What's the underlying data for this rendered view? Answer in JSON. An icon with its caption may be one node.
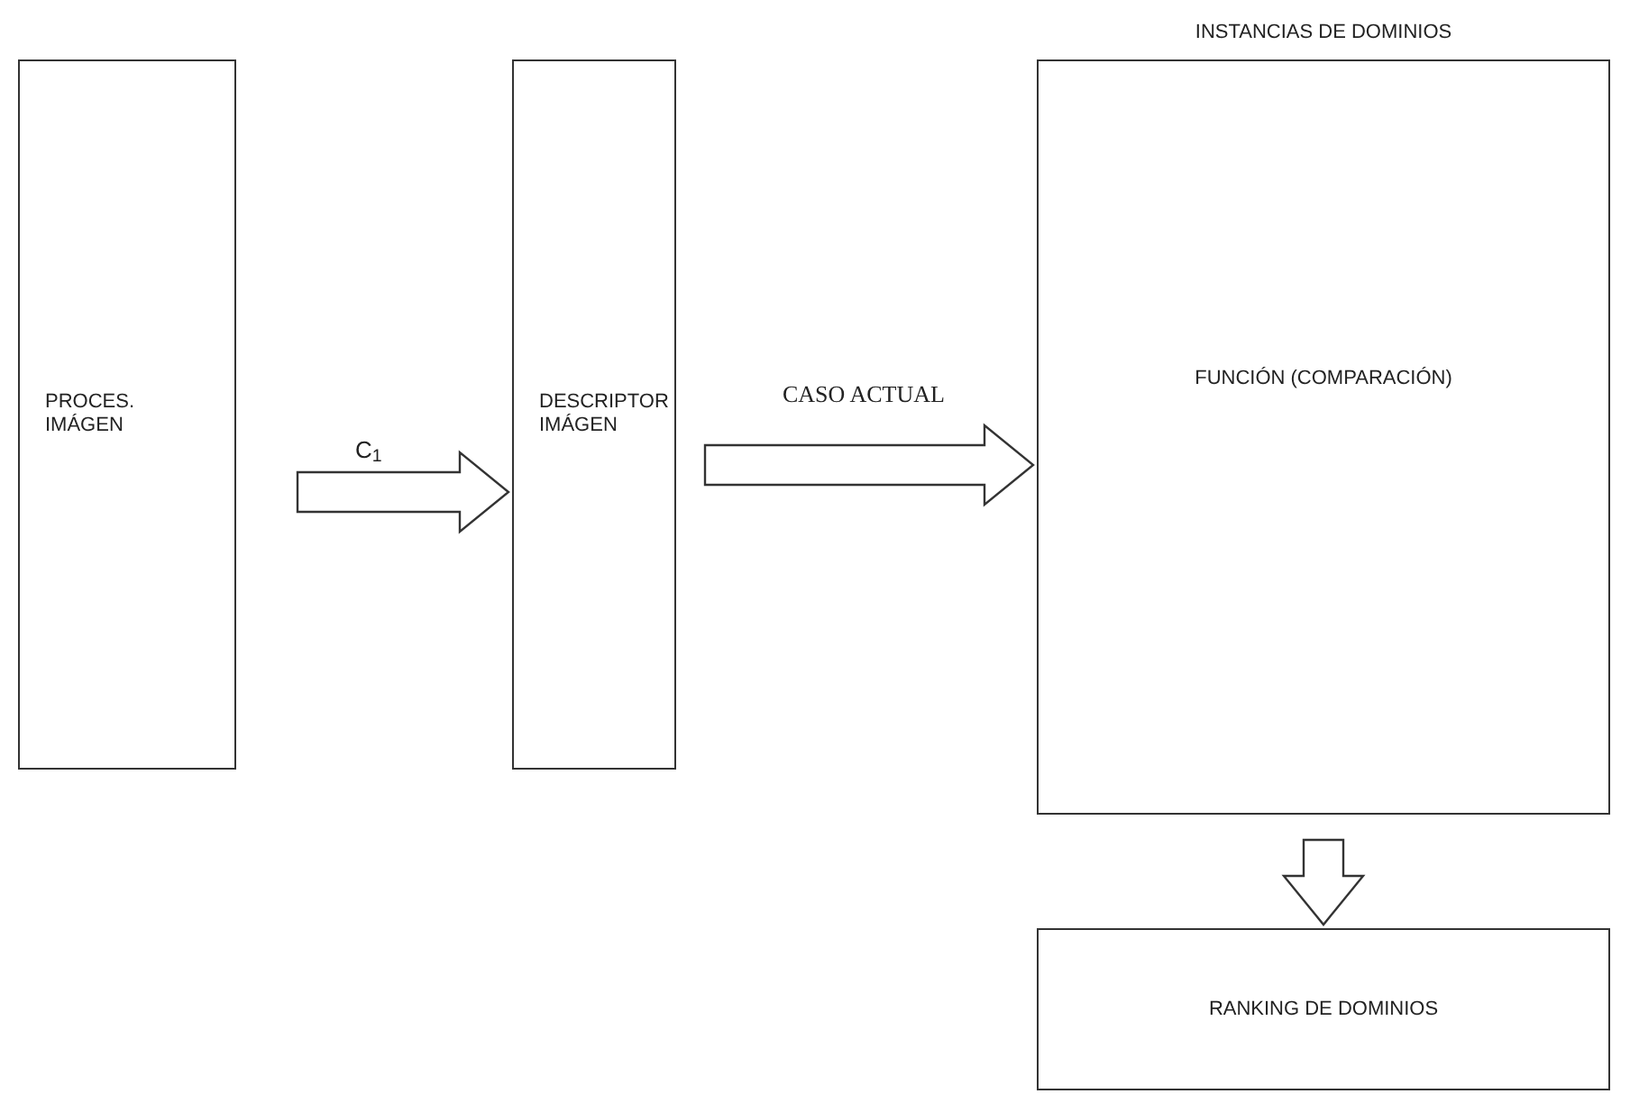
{
  "diagram": {
    "nodes": [
      {
        "text": [
          "PROCES. IMÁGEN"
        ]
      },
      {
        "text": [
          "DESCRIPTOR IMÁGEN"
        ]
      },
      {
        "text": [
          "INSTANCIAS DE DOMINIOS",
          "FUNCIÓN (COMPARACIÓN)"
        ]
      },
      {
        "text": [
          "RANKING DE DOMINIOS"
        ]
      }
    ],
    "edges": [
      {
        "from": 0,
        "to": 1,
        "arrow": "to",
        "label": "C$_{1}$"
      },
      {
        "from": 1,
        "to": 2,
        "arrow": "to",
        "label": "CASO ACTUAL"
      },
      {
        "from": 2,
        "to": 3,
        "arrow": "to"
      }
    ]
  }
}
